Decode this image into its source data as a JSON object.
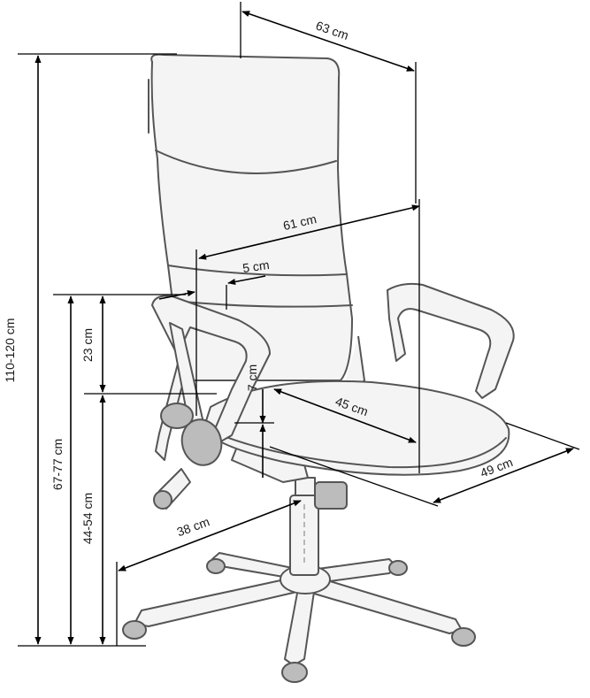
{
  "dimensions": {
    "total_height": "110-120 cm",
    "armrest_height": "67-77 cm",
    "seat_height": "44-54 cm",
    "armrest_to_seat": "23 cm",
    "backrest_depth": "63 cm",
    "inner_width": "61 cm",
    "armrest_width": "5 cm",
    "seat_thickness": "7 cm",
    "seat_depth": "45 cm",
    "seat_width": "49 cm",
    "base_radius": "38 cm"
  }
}
